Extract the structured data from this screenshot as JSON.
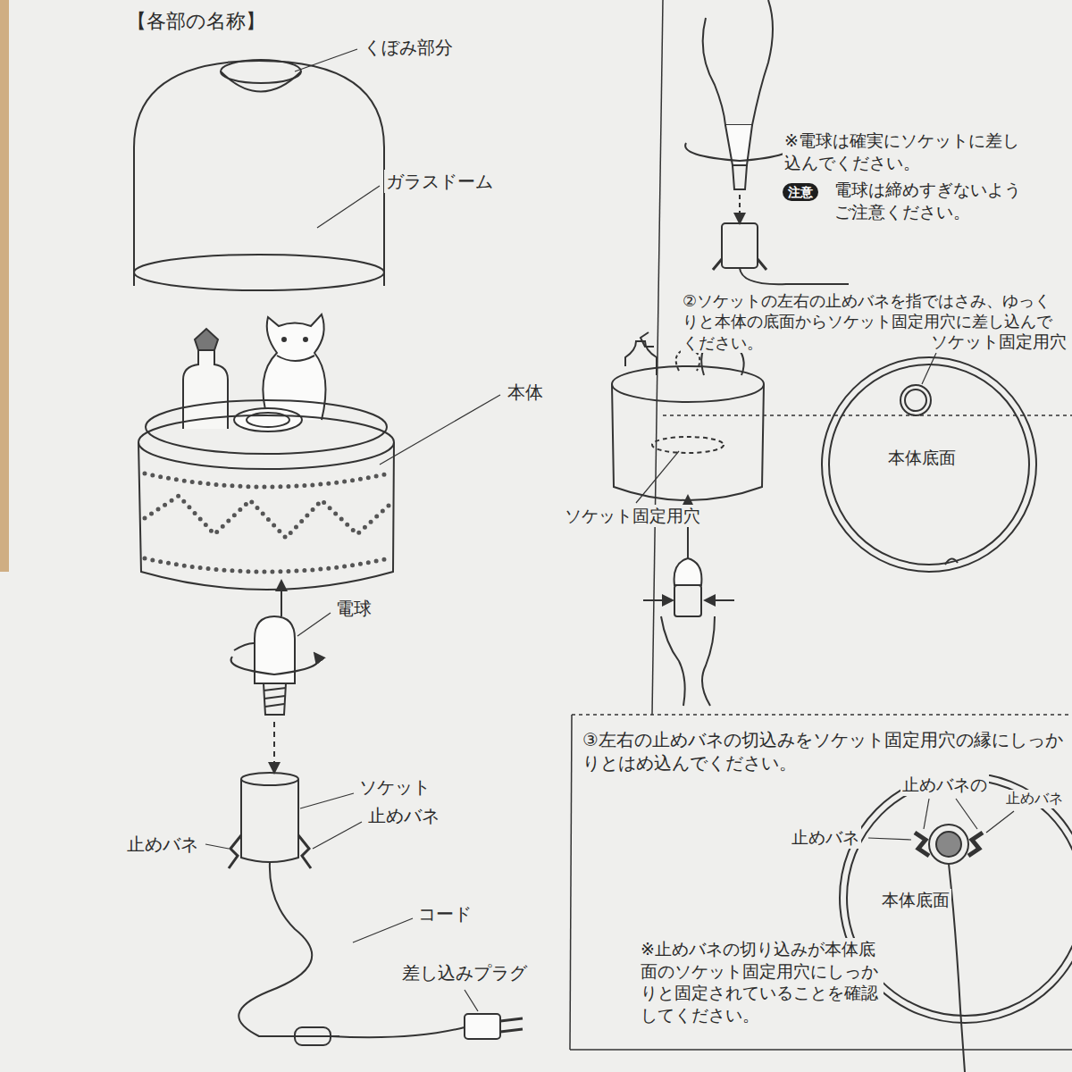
{
  "diagram": {
    "title": "【各部の名称】",
    "labels": [
      "くぼみ部分",
      "ガラスドーム",
      "本体",
      "電球",
      "ソケット",
      "止めバネ",
      "止めバネ",
      "コード",
      "差し込みプラグ",
      "※電球は確実にソケットに差し込んでください。",
      "注意",
      "電球は締めすぎないようご注意ください。",
      "②ソケットの左右の止めバネを指ではさみ、ゆっくりと本体の底面からソケット固定用穴に差し込んでください。",
      "ソケット固定用穴",
      "ソケット固定用穴",
      "本体底面",
      "③左右の止めバネの切込みをソケット固定用穴の縁にしっかりとはめ込んでください。",
      "止めバネの",
      "止めバネ",
      "止めバネ",
      "本体底面",
      "※止めバネの切り込みが本体底面のソケット固定用穴にしっかりと固定されていることを確認してください。"
    ]
  }
}
